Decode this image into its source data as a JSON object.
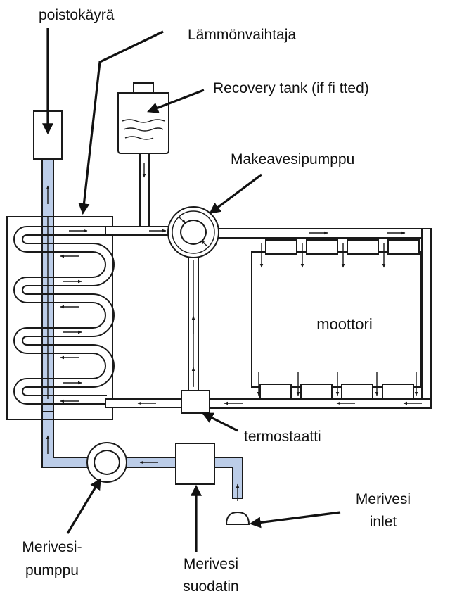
{
  "labels": {
    "exhaust_elbow": "poistokäyrä",
    "heat_exchanger": "Lämmönvaihtaja",
    "recovery_tank": "Recovery tank (if fi tted)",
    "freshwater_pump": "Makeavesipumppu",
    "engine": "moottori",
    "thermostat": "termostaatti",
    "seawater_inlet_line1": "Merivesi",
    "seawater_inlet_line2": "inlet",
    "seawater_pump_line1": "Merivesi-",
    "seawater_pump_line2": "pumppu",
    "seawater_filter_line1": "Merivesi",
    "seawater_filter_line2": "suodatin"
  },
  "colors": {
    "seawater": "#bccde8",
    "freshwater": "#ffffff",
    "outline": "#1a1a1a"
  }
}
